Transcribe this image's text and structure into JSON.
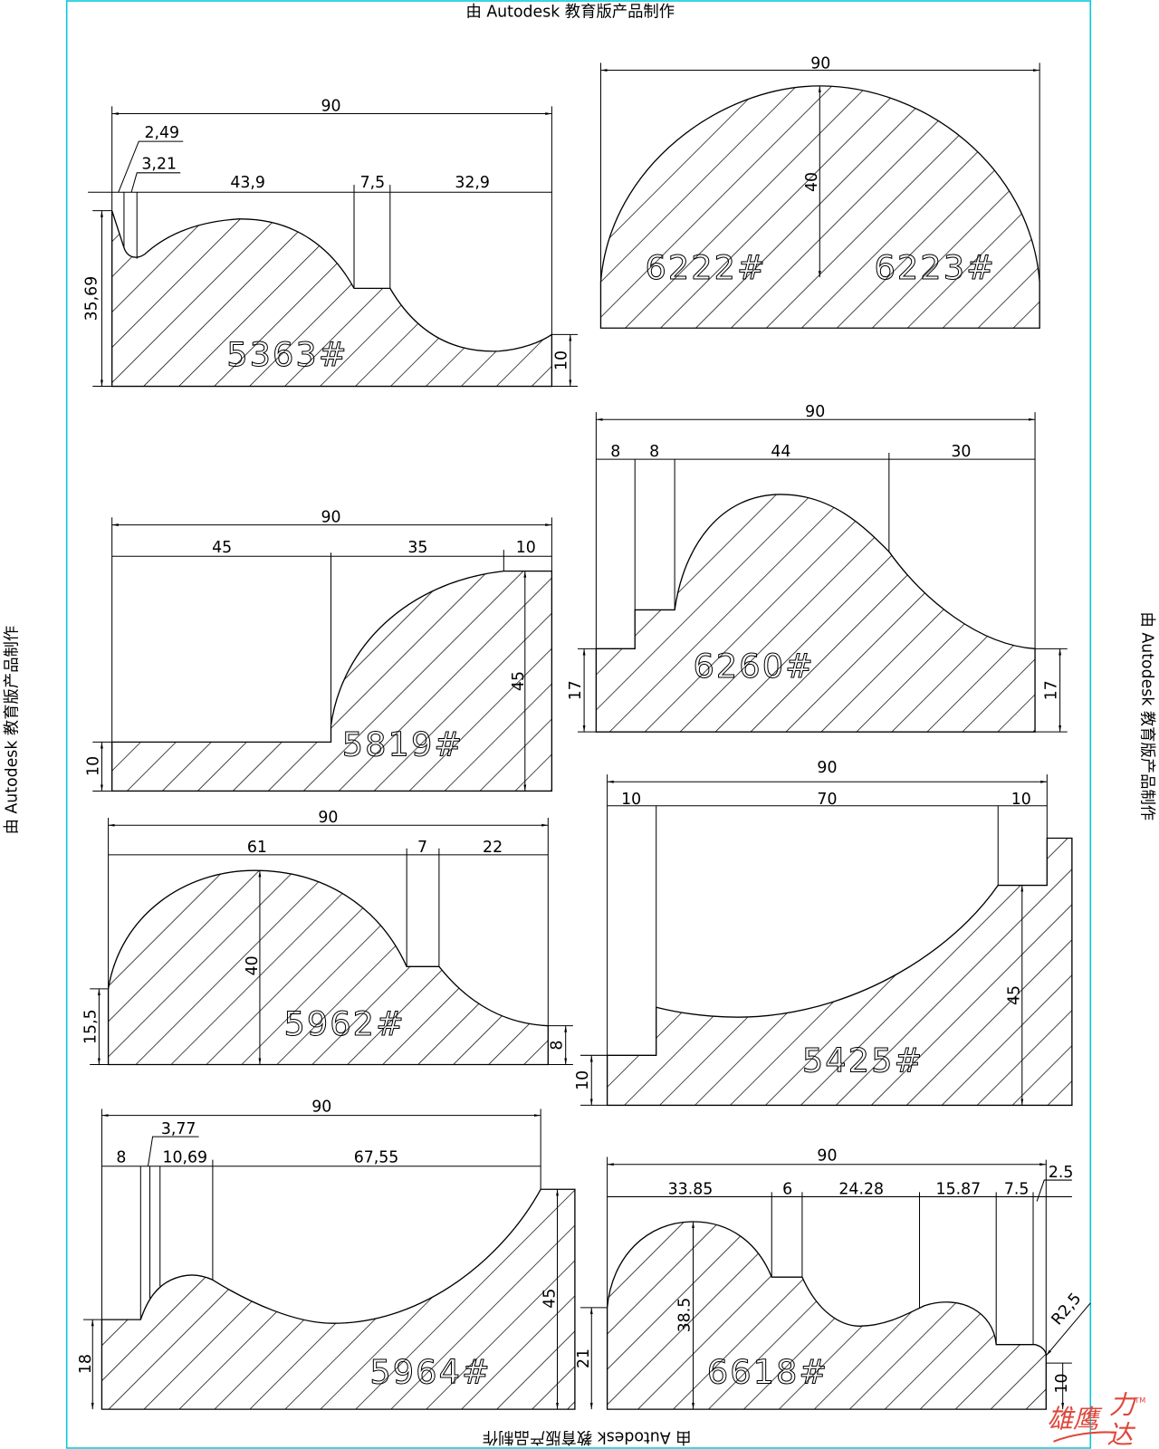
{
  "watermark": "由 Autodesk 教育版产品制作",
  "logo": {
    "text1": "雄鹰",
    "text2": "力",
    "text3": "达",
    "tm": "TM",
    "color": "#e0463a"
  },
  "frame_color": "#00c8d8",
  "profiles": {
    "p5363": {
      "label": "5363#",
      "total": "90",
      "d1": "2,49",
      "d2": "3,21",
      "d3": "43,9",
      "d4": "7,5",
      "d5": "32,9",
      "h_left": "35,69",
      "h_right": "10"
    },
    "p6222": {
      "label_left": "6222#",
      "label_right": "6223#",
      "total": "90",
      "height": "40"
    },
    "p5819": {
      "label": "5819#",
      "total": "90",
      "d1": "45",
      "d2": "35",
      "d3": "10",
      "h_left": "10",
      "h_right": "45"
    },
    "p6260": {
      "label": "6260#",
      "total": "90",
      "d1": "8",
      "d2": "8",
      "d3": "44",
      "d4": "30",
      "h_left": "17",
      "h_right": "17"
    },
    "p5962": {
      "label": "5962#",
      "total": "90",
      "d1": "61",
      "d2": "7",
      "d3": "22",
      "h_mid": "40",
      "h_left": "15,5",
      "h_right": "8"
    },
    "p5425": {
      "label": "5425#",
      "total": "90",
      "d1": "10",
      "d2": "70",
      "d3": "10",
      "h_right": "45",
      "h_left": "10"
    },
    "p5964": {
      "label": "5964#",
      "total": "90",
      "d1": "8",
      "d2": "3,77",
      "d3": "10,69",
      "d4": "67,55",
      "h_right": "45",
      "h_left": "18"
    },
    "p6618": {
      "label": "6618#",
      "total": "90",
      "d1": "33.85",
      "d2": "6",
      "d3": "24.28",
      "d4": "15.87",
      "d5": "7.5",
      "d6": "2.5",
      "h_mid": "38.5",
      "h_left": "21",
      "h_right": "10",
      "radius": "R2,5"
    }
  }
}
